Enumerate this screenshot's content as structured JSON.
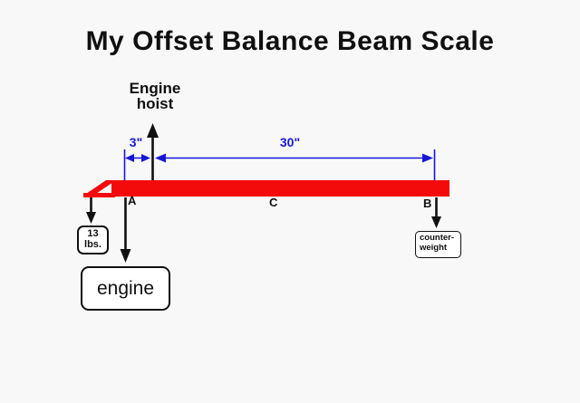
{
  "title": "My Offset Balance Beam Scale",
  "colors": {
    "accent_blue": "#1616d6",
    "beam_red": "#f30a0a",
    "ink_black": "#101010",
    "background": "#f8f8f8",
    "box_fill": "#ffffff"
  },
  "diagram": {
    "hoist_label": "Engine\nhoist",
    "dimensions": {
      "offset": "3\"",
      "span": "30\""
    },
    "points": {
      "a": "A",
      "b": "B",
      "c": "C"
    },
    "weight_box": "13\nlbs.",
    "engine_box": "engine",
    "counterweight_box": "counter-\nweight"
  }
}
